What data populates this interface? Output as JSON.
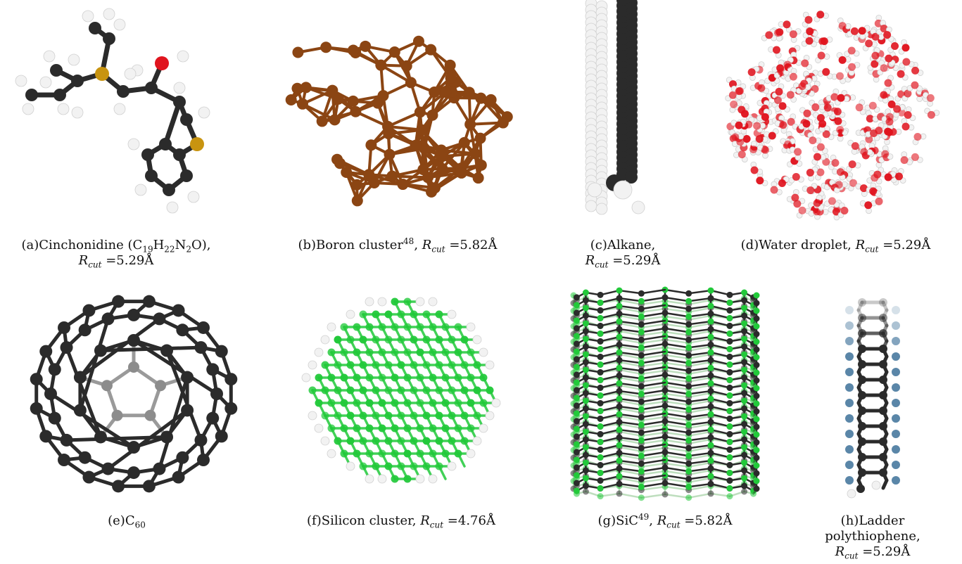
{
  "figure": {
    "panels": [
      {
        "id": "a",
        "label": "(a)",
        "name": "Cinchonidine (C",
        "formula_parts": [
          "19",
          "H",
          "22",
          "N",
          "2",
          "O),"
        ],
        "rcut_value": "=5.29Å"
      },
      {
        "id": "b",
        "label": "(b)",
        "name": "Boron cluster",
        "sup": "48",
        "rcut_value": "=5.82Å"
      },
      {
        "id": "c",
        "label": "(c)",
        "name": "Alkane,",
        "rcut_value": "=5.29Å"
      },
      {
        "id": "d",
        "label": "(d)",
        "name": "Water droplet,",
        "rcut_value": "=5.29Å"
      },
      {
        "id": "e",
        "label": "(e)",
        "name": "C",
        "sub": "60"
      },
      {
        "id": "f",
        "label": "(f)",
        "name": "Silicon cluster,",
        "rcut_value": "=4.76Å"
      },
      {
        "id": "g",
        "label": "(g)",
        "name": "SiC",
        "sup": "49",
        "rcut_value": "=5.82Å"
      },
      {
        "id": "h",
        "label": "(h)",
        "name_line1": "Ladder",
        "name_line2": "polythiophene,",
        "rcut_value": "=5.29Å"
      }
    ],
    "rcut_symbol": "R",
    "rcut_sub": "cut",
    "atom_colors": {
      "carbon": "#2b2b2b",
      "hydrogen": "#f2f2f2",
      "oxygen": "#e0141e",
      "nitrogen": "#c89410",
      "boron": "#8b4513",
      "silicon": "#22c93a",
      "sulfur": "#5a86a8"
    }
  }
}
